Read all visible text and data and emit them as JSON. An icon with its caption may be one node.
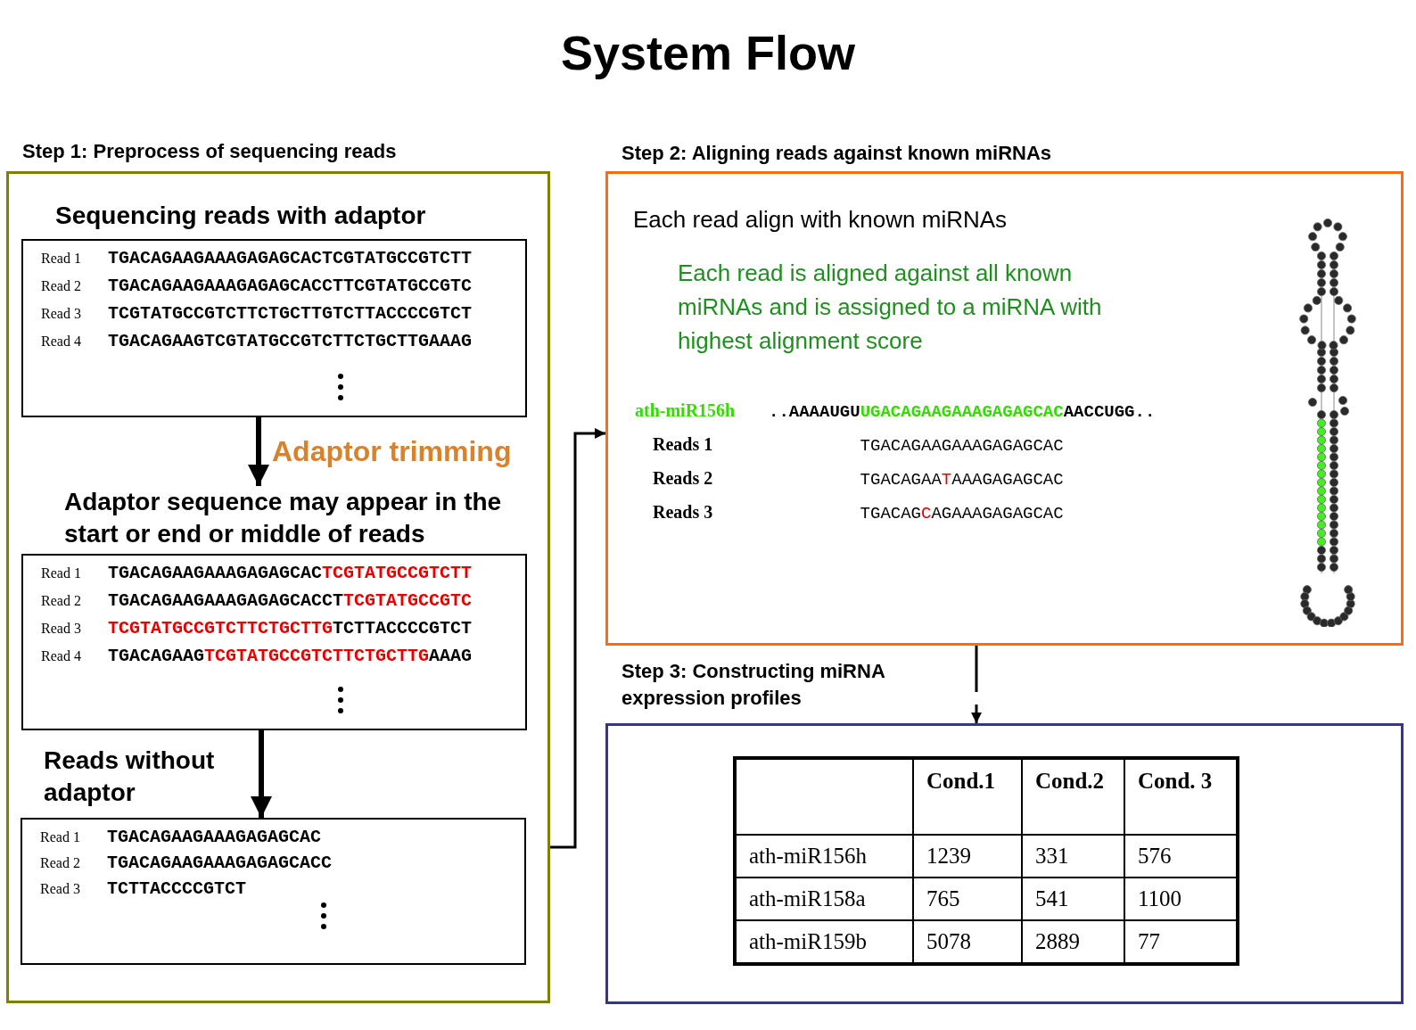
{
  "diagram": {
    "title": "System Flow",
    "nodes": [
      {
        "text": [
          "Step 1: Preprocess of sequencing reads"
        ]
      },
      {
        "text": [
          "Sequencing reads with adaptor",
          "Read 1",
          "TGACAGAAGAAAGAGAGCACTCGTATGCCGTCTT",
          "Read 2",
          "TGACAGAAGAAAGAGAGCACCTTCGTATGCCGTC",
          "Read 3",
          "TCGTATGCCGTCTTCTGCTTGTCTTACCCCGTCT",
          "Read 4",
          "TGACAGAAGTCGTATGCCGTCTTCTGCTTGAAAG"
        ],
        "in": 0
      },
      {
        "text": [
          "Adaptor sequence may appear in the start or end or middle of reads",
          "Read 1",
          "TGACAGAAGAAAGAGAGCACTCGTATGCCGTCTT",
          "Read 2",
          "TGACAGAAGAAAGAGAGCACCTTCGTATGCCGTC",
          "Read 3",
          "TCGTATGCCGTCTTCTGCTTGTCTTACCCCGTCT",
          "Read 4",
          "TGACAGAAGTCGTATGCCGTCTTCTGCTTGAAAG"
        ],
        "in": 0
      },
      {
        "text": [
          "Reads  without adaptor",
          "Read 1",
          "TGACAGAAGAAAGAGAGCAC",
          "Read 2",
          "TGACAGAAGAAAGAGAGCACC",
          "Read 3",
          "TCTTACCCCGTCT"
        ],
        "in": 0
      },
      {
        "text": [
          "Step 2: Aligning reads against known miRNAs",
          "Each read align with known miRNAs",
          "Each read is aligned against all known miRNAs and is assigned to a miRNA with highest alignment score",
          "ath-miR156h",
          "..AAAAUGUUGACAGAAGAAAGAGAGCACAACCUGG..",
          "Reads 1",
          "TGACAGAAGAAAGAGAGCAC",
          "Reads 2",
          "TGACAGAATAAAGAGAGCAC",
          "Reads 3",
          "TGACAGCAGAAAGAGAGCAC"
        ]
      },
      {
        "text": [
          "Step 3: Constructing miRNA expression profiles"
        ]
      }
    ],
    "edges": [
      {
        "from": 1,
        "to": 2,
        "arrow": "to",
        "label": "Adaptor trimming",
        "style": "thick"
      },
      {
        "from": 2,
        "to": 3,
        "arrow": "to",
        "style": "thick"
      },
      {
        "from": 0,
        "to": 4,
        "arrow": "to"
      },
      {
        "from": 4,
        "to": 5,
        "arrow": "to",
        "style": "dashed"
      }
    ],
    "labels": [
      "Cond.1",
      "Cond.2",
      "Cond. 3",
      "ath-miR156h",
      "1239",
      "331",
      "576",
      "ath-miR158a",
      "765",
      "541",
      "1100",
      "ath-miR159b",
      "5078",
      "2889",
      "77"
    ]
  }
}
